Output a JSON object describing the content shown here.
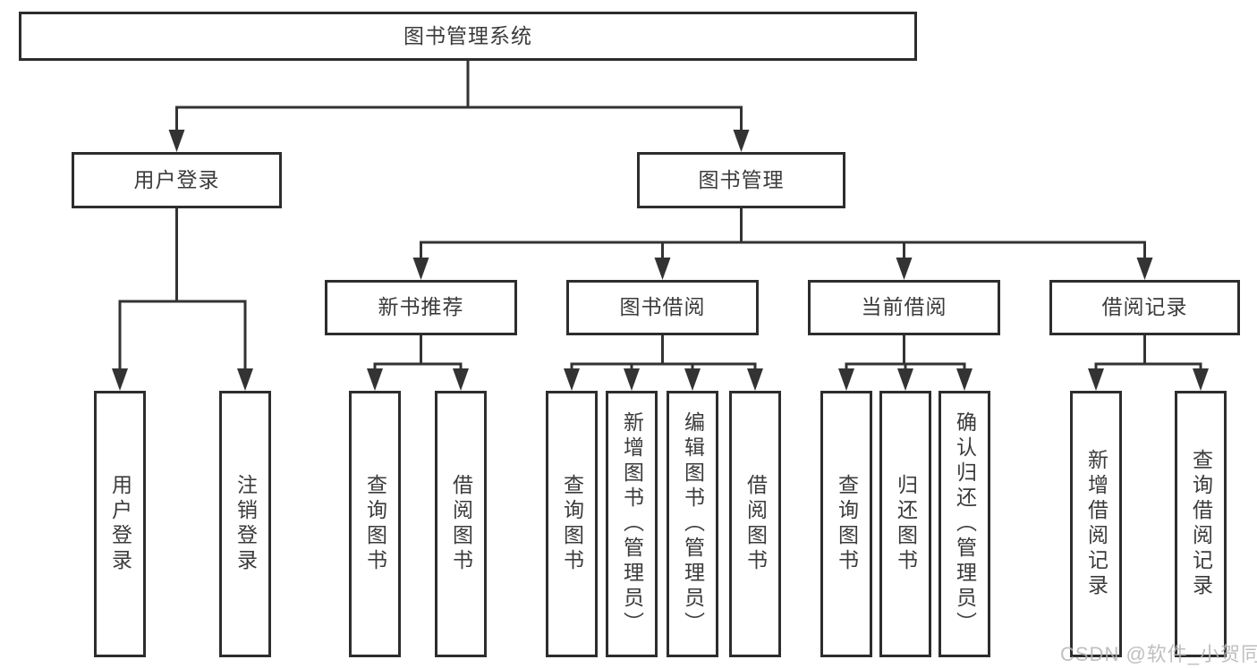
{
  "colors": {
    "line": "#333333",
    "box_border": "#2d2d2d",
    "box_fill": "#ffffff",
    "text": "#3b3b3b",
    "watermark": "#b5b5b5",
    "background": "#ffffff"
  },
  "tree": {
    "label": "图书管理系统",
    "children": [
      {
        "label": "用户登录",
        "children": [
          {
            "label": "用户登录"
          },
          {
            "label": "注销登录"
          }
        ]
      },
      {
        "label": "图书管理",
        "children": [
          {
            "label": "新书推荐",
            "children": [
              {
                "label": "查询图书"
              },
              {
                "label": "借阅图书"
              }
            ]
          },
          {
            "label": "图书借阅",
            "children": [
              {
                "label": "查询图书"
              },
              {
                "label": "新增图书（管理员）"
              },
              {
                "label": "编辑图书（管理员）"
              },
              {
                "label": "借阅图书"
              }
            ]
          },
          {
            "label": "当前借阅",
            "children": [
              {
                "label": "查询图书"
              },
              {
                "label": "归还图书"
              },
              {
                "label": "确认归还（管理员）"
              }
            ]
          },
          {
            "label": "借阅记录",
            "children": [
              {
                "label": "新增借阅记录"
              },
              {
                "label": "查询借阅记录"
              }
            ]
          }
        ]
      }
    ]
  },
  "watermark": "CSDN @软件_小贺同学"
}
